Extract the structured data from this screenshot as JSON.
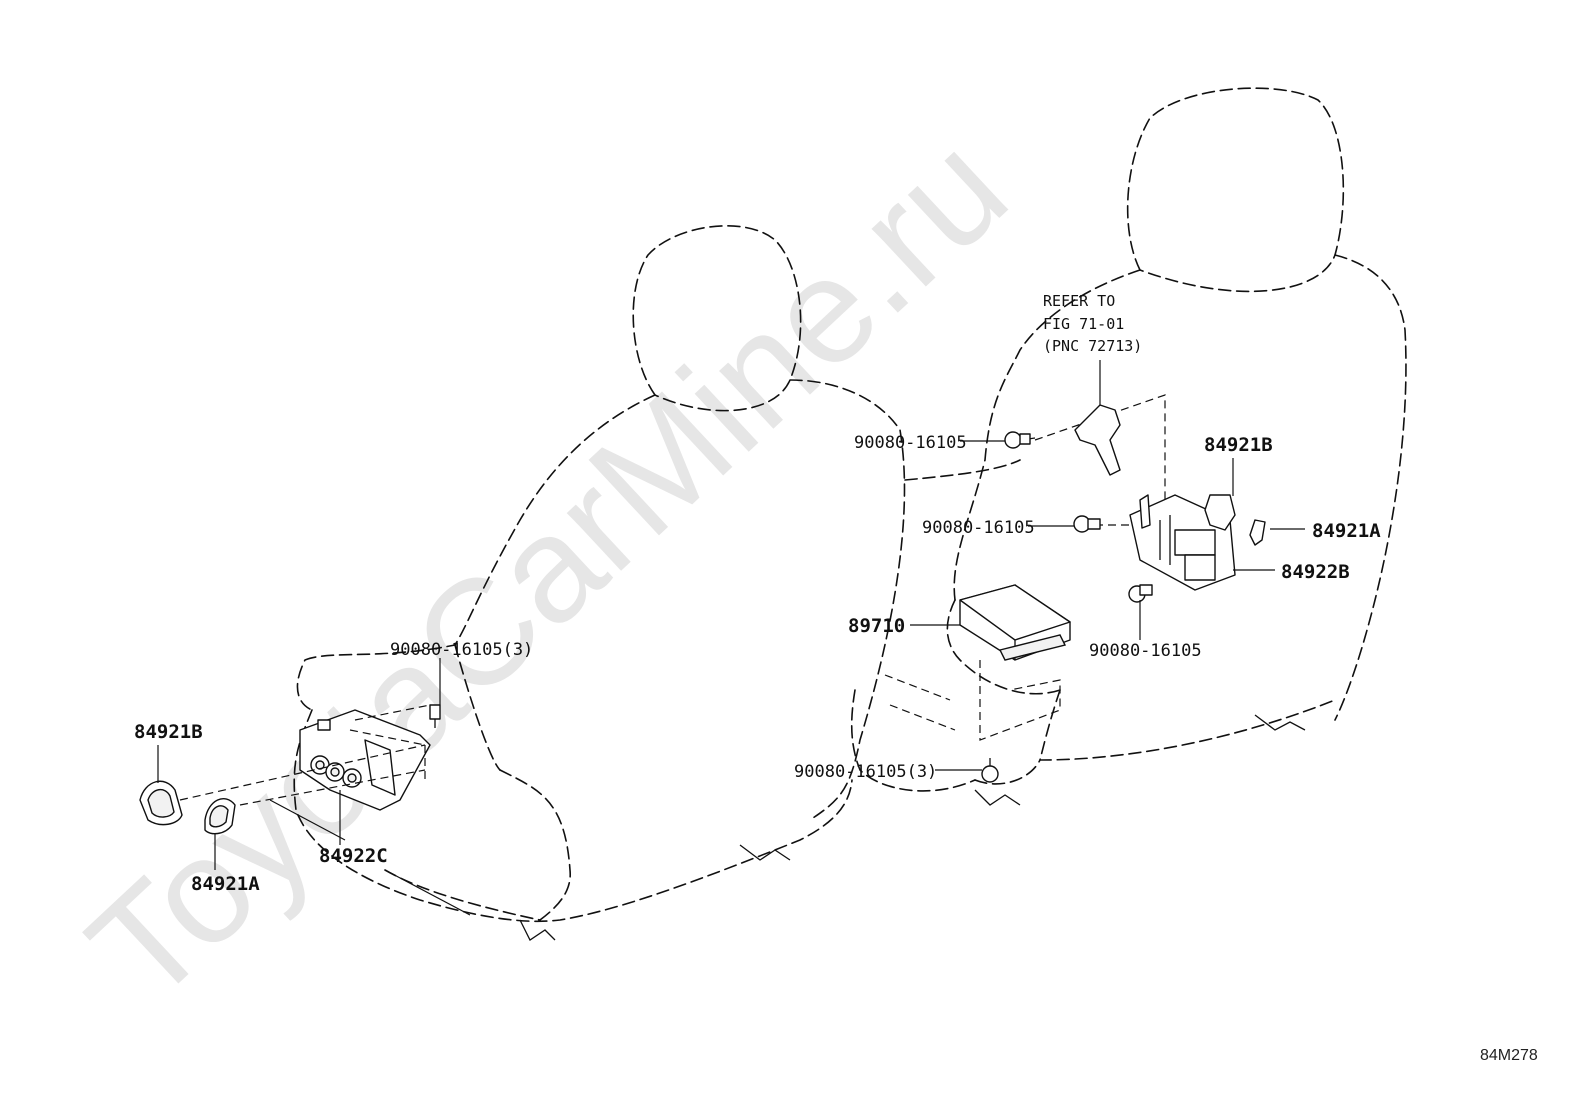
{
  "watermark": "ToyotaCarMine.ru",
  "figure_id": "84M278",
  "reference_note": {
    "line1": "REFER TO",
    "line2": "FIG 71-01",
    "line3": "(PNC 72713)"
  },
  "labels": {
    "left_84921B": "84921B",
    "left_84921A": "84921A",
    "left_84922C": "84922C",
    "left_bolt": "90080-16105(3)",
    "right_bolt_top": "90080-16105",
    "right_bolt_mid": "90080-16105",
    "right_bolt_low": "90080-16105",
    "right_84921B": "84921B",
    "right_84921A": "84921A",
    "right_84922B": "84922B",
    "ecu_89710": "89710",
    "ecu_bolt": "90080-16105(3)"
  }
}
